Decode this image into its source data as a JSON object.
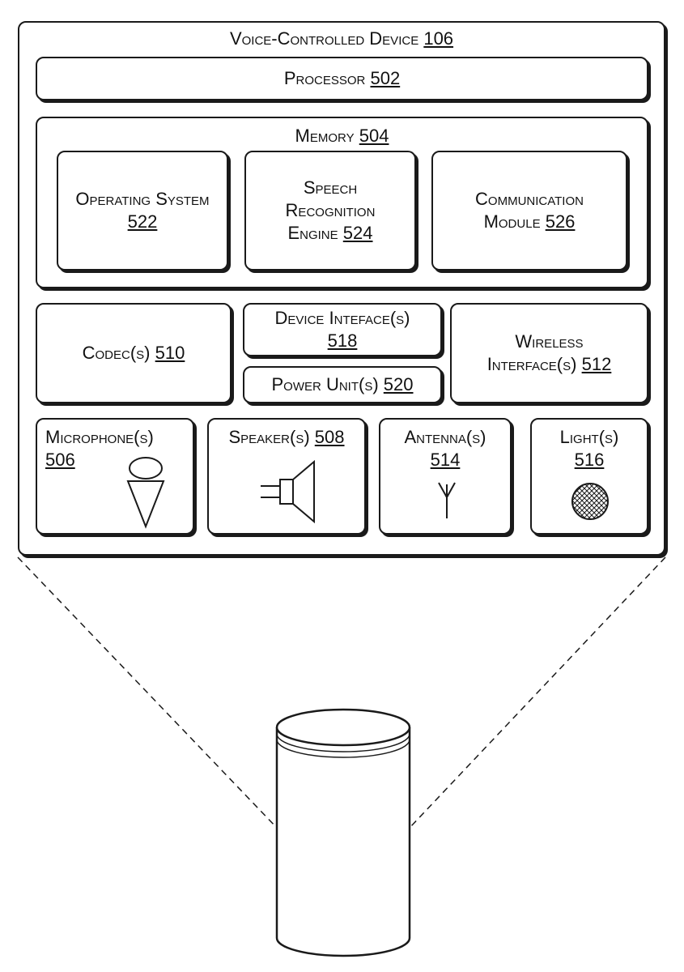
{
  "device": {
    "title": "Voice-Controlled Device",
    "num": "106"
  },
  "processor": {
    "title": "Processor",
    "num": "502"
  },
  "memory": {
    "title": "Memory",
    "num": "504"
  },
  "os": {
    "line1": "Operating System",
    "num": "522"
  },
  "sre": {
    "line1": "Speech",
    "line2": "Recognition",
    "line3": "Engine",
    "num": "524"
  },
  "comm": {
    "line1": "Communication",
    "line2": "Module",
    "num": "526"
  },
  "codec": {
    "title": "Codec(s)",
    "num": "510"
  },
  "devif": {
    "line1": "Device Inteface(s)",
    "num": "518"
  },
  "power": {
    "title": "Power Unit(s)",
    "num": "520"
  },
  "wireless": {
    "line1": "Wireless",
    "line2": "Interface(s)",
    "num": "512"
  },
  "mic": {
    "title": "Microphone(s)",
    "num": "506",
    "icon": "microphone-icon"
  },
  "speaker": {
    "title": "Speaker(s)",
    "num": "508",
    "icon": "speaker-icon"
  },
  "antenna": {
    "title": "Antenna(s)",
    "num": "514",
    "icon": "antenna-icon"
  },
  "light": {
    "title": "Light(s)",
    "num": "516",
    "icon": "light-icon"
  }
}
